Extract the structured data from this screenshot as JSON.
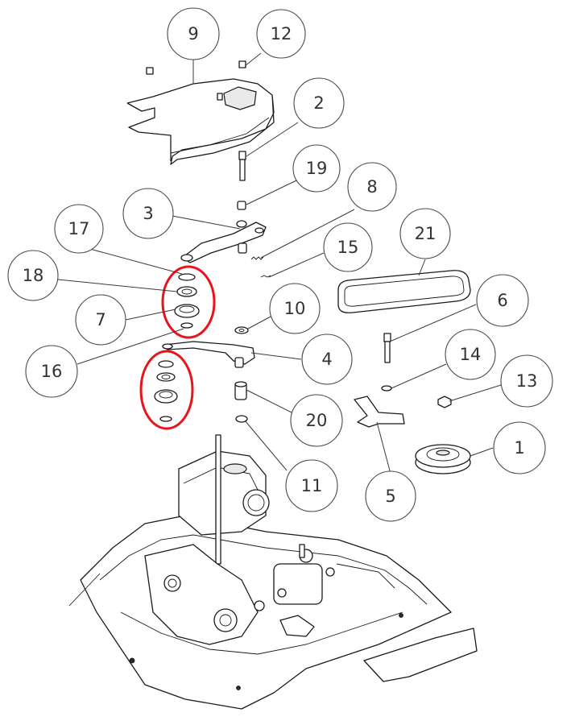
{
  "callouts": [
    {
      "label": "9"
    },
    {
      "label": "12"
    },
    {
      "label": "2"
    },
    {
      "label": "19"
    },
    {
      "label": "8"
    },
    {
      "label": "3"
    },
    {
      "label": "21"
    },
    {
      "label": "17"
    },
    {
      "label": "15"
    },
    {
      "label": "18"
    },
    {
      "label": "10"
    },
    {
      "label": "6"
    },
    {
      "label": "7"
    },
    {
      "label": "4"
    },
    {
      "label": "14"
    },
    {
      "label": "16"
    },
    {
      "label": "13"
    },
    {
      "label": "20"
    },
    {
      "label": "1"
    },
    {
      "label": "11"
    },
    {
      "label": "5"
    }
  ],
  "highlight_color": "#e8131b"
}
